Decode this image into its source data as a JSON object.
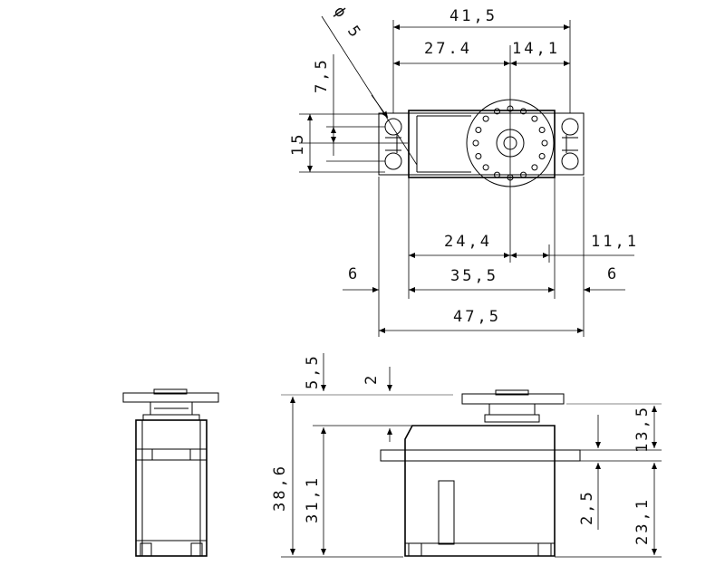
{
  "top_view": {
    "dim_overall_width": "41,5",
    "dim_left_to_shaft": "27.4",
    "dim_shaft_to_right": "14,1",
    "dim_hole_diameter": "ϕ 5",
    "dim_hole_offset": "7,5",
    "dim_hole_spacing": "15",
    "dim_body_to_shaft": "24,4",
    "dim_shaft_to_end": "11,1",
    "dim_body_width": "35,5",
    "dim_left_tab": "6",
    "dim_right_tab": "6",
    "dim_total_length": "47,5"
  },
  "front_view": {
    "dim_horn_thickness": "5,5",
    "dim_gap": "2",
    "dim_total_height": "38,6",
    "dim_body_height": "31,1",
    "dim_top_to_mount": "13,5",
    "dim_mount_thickness": "2,5",
    "dim_mount_to_bottom": "23,1"
  }
}
